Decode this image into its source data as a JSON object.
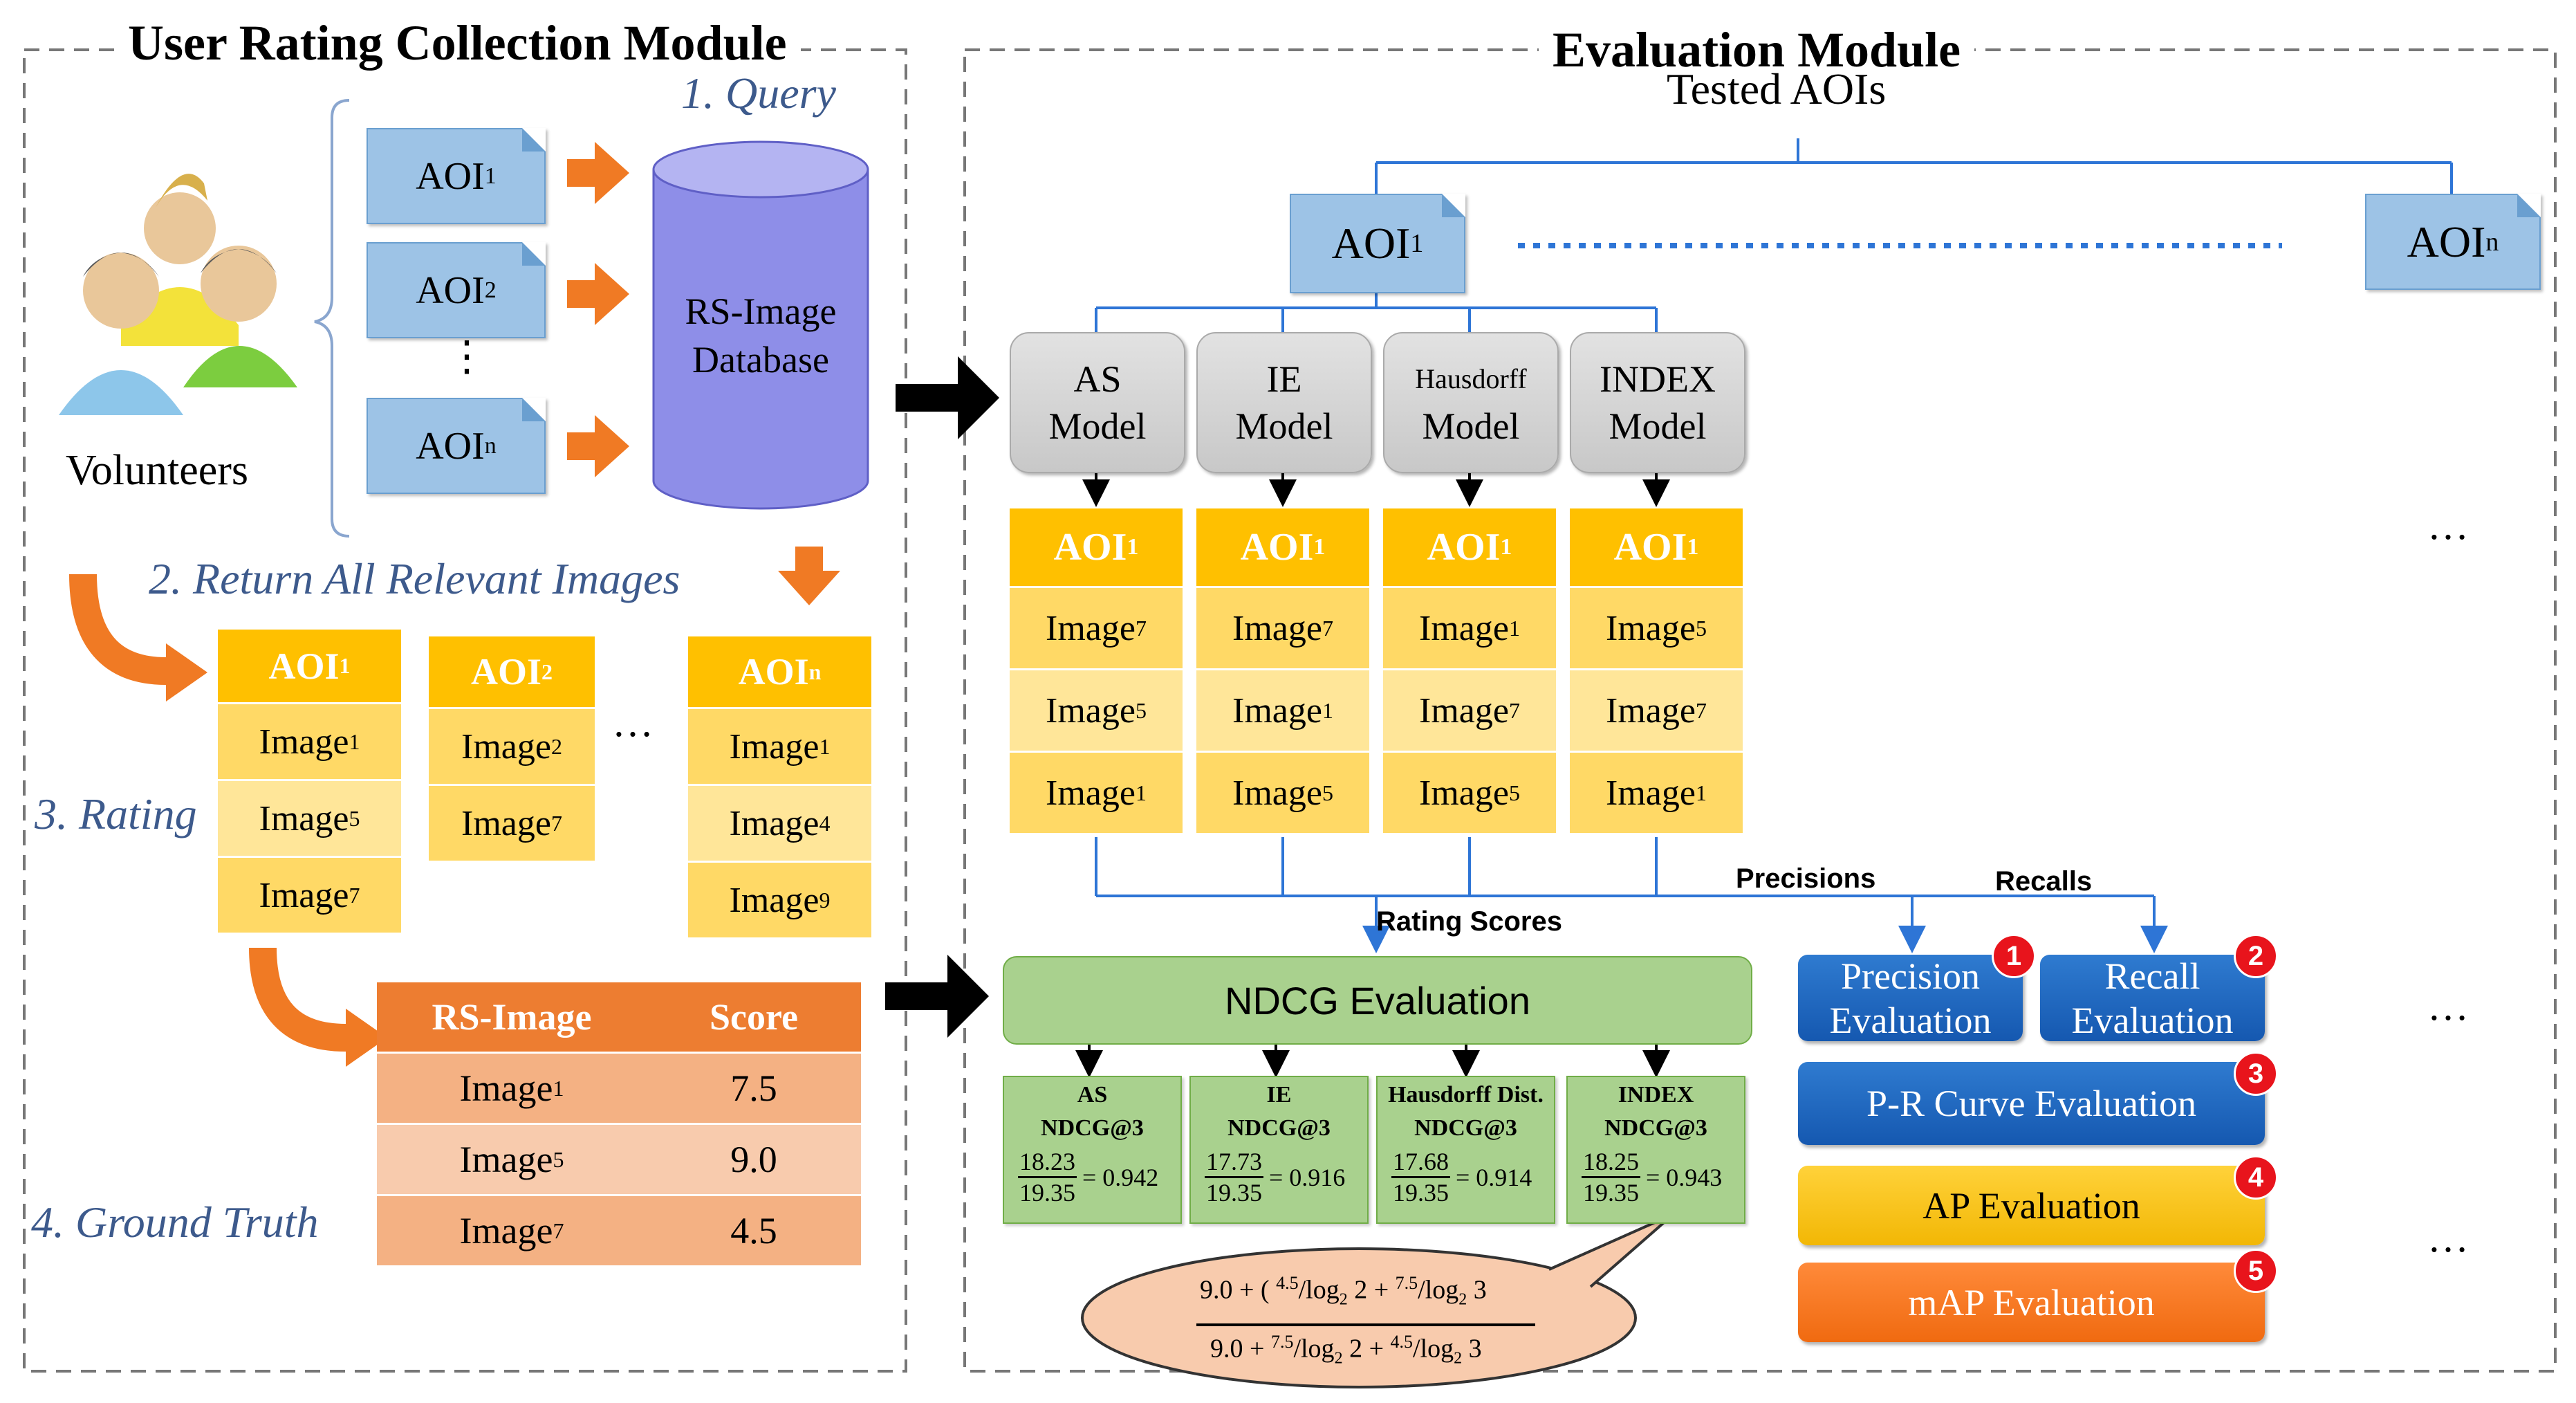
{
  "left_module": {
    "title": "User Rating Collection Module",
    "volunteers": "Volunteers",
    "step1": "1. Query",
    "step2": "2. Return All Relevant Images",
    "step3": "3. Rating",
    "step4": "4. Ground Truth",
    "aoi_docs": [
      "AOI",
      "AOI",
      "AOI"
    ],
    "aoi_subs": [
      "1",
      "2",
      "n"
    ],
    "vdots": "⋮",
    "database": [
      "RS-Image",
      "Database"
    ],
    "ellipsis": "…",
    "return_lists": [
      {
        "header": "AOI",
        "sub": "1",
        "items": [
          {
            "t": "Image",
            "s": "1"
          },
          {
            "t": "Image",
            "s": "5"
          },
          {
            "t": "Image",
            "s": "7"
          }
        ]
      },
      {
        "header": "AOI",
        "sub": "2",
        "items": [
          {
            "t": "Image",
            "s": "2"
          },
          {
            "t": "Image",
            "s": "7"
          }
        ]
      },
      {
        "header": "AOI",
        "sub": "n",
        "items": [
          {
            "t": "Image",
            "s": "1"
          },
          {
            "t": "Image",
            "s": "4"
          },
          {
            "t": "Image",
            "s": "9"
          }
        ]
      }
    ],
    "ground_truth": {
      "headers": [
        "RS-Image",
        "Score"
      ],
      "rows": [
        {
          "image": "Image",
          "sub": "1",
          "score": "7.5"
        },
        {
          "image": "Image",
          "sub": "5",
          "score": "9.0"
        },
        {
          "image": "Image",
          "sub": "7",
          "score": "4.5"
        }
      ]
    }
  },
  "right_module": {
    "title": "Evaluation Module",
    "subtitle": "Tested AOIs",
    "aoi_left": "AOI",
    "aoi_left_sub": "1",
    "aoi_right": "AOI",
    "aoi_right_sub": "n",
    "models": [
      {
        "line1": "AS",
        "line2": "Model"
      },
      {
        "line1": "IE",
        "line2": "Model"
      },
      {
        "line1": "Hausdorff",
        "line2": "Model"
      },
      {
        "line1": "INDEX",
        "line2": "Model"
      }
    ],
    "ranked_lists": [
      {
        "header": "AOI",
        "sub": "1",
        "items": [
          {
            "t": "Image",
            "s": "7"
          },
          {
            "t": "Image",
            "s": "5"
          },
          {
            "t": "Image",
            "s": "1"
          }
        ]
      },
      {
        "header": "AOI",
        "sub": "1",
        "items": [
          {
            "t": "Image",
            "s": "7"
          },
          {
            "t": "Image",
            "s": "1"
          },
          {
            "t": "Image",
            "s": "5"
          }
        ]
      },
      {
        "header": "AOI",
        "sub": "1",
        "items": [
          {
            "t": "Image",
            "s": "1"
          },
          {
            "t": "Image",
            "s": "7"
          },
          {
            "t": "Image",
            "s": "5"
          }
        ]
      },
      {
        "header": "AOI",
        "sub": "1",
        "items": [
          {
            "t": "Image",
            "s": "5"
          },
          {
            "t": "Image",
            "s": "7"
          },
          {
            "t": "Image",
            "s": "1"
          }
        ]
      }
    ],
    "labels": {
      "rating_scores": "Rating Scores",
      "precisions": "Precisions",
      "recalls": "Recalls"
    },
    "ndcg_evaluation": "NDCG Evaluation",
    "ndcg_notes": [
      {
        "l1": "AS",
        "l2": "NDCG@3",
        "num": "18.23",
        "den": "19.35",
        "val": "= 0.942"
      },
      {
        "l1": "IE",
        "l2": "NDCG@3",
        "num": "17.73",
        "den": "19.35",
        "val": "= 0.916"
      },
      {
        "l1": "Hausdorff Dist.",
        "l2": "NDCG@3",
        "num": "17.68",
        "den": "19.35",
        "val": "= 0.914"
      },
      {
        "l1": "INDEX",
        "l2": "NDCG@3",
        "num": "18.25",
        "den": "19.35",
        "val": "= 0.943"
      }
    ],
    "callout": {
      "num_a": "9.0 + ( ",
      "num_b": "4.5",
      "num_c": "/",
      "num_d": "log",
      "num_e": "2",
      "num_f": " 2 + ",
      "num_g": "7.5",
      "num_h": "/",
      "num_i": "log",
      "num_j": "2",
      "num_k": " 3",
      "den_a": "9.0 + ",
      "den_b": "7.5",
      "den_c": "/",
      "den_d": "log",
      "den_e": "2",
      "den_f": " 2 + ",
      "den_g": "4.5",
      "den_h": "/",
      "den_i": "log",
      "den_j": "2",
      "den_k": " 3"
    },
    "evaluations": [
      {
        "l1": "Precision",
        "l2": "Evaluation",
        "badge": "1"
      },
      {
        "l1": "Recall",
        "l2": "Evaluation",
        "badge": "2"
      },
      {
        "l1": "P-R Curve Evaluation",
        "l2": "",
        "badge": "3"
      },
      {
        "l1": "AP Evaluation",
        "l2": "",
        "badge": "4"
      },
      {
        "l1": "mAP Evaluation",
        "l2": "",
        "badge": "5"
      }
    ],
    "ellipsis": "…"
  },
  "colors": {
    "aoi_blue": "#9dc3e6",
    "list_yellow": "#ffc000",
    "table_orange": "#ed7d31",
    "ndcg_green": "#a9d18e",
    "eval_blue": "#1f6fc8",
    "badge_red": "#e8141c"
  }
}
